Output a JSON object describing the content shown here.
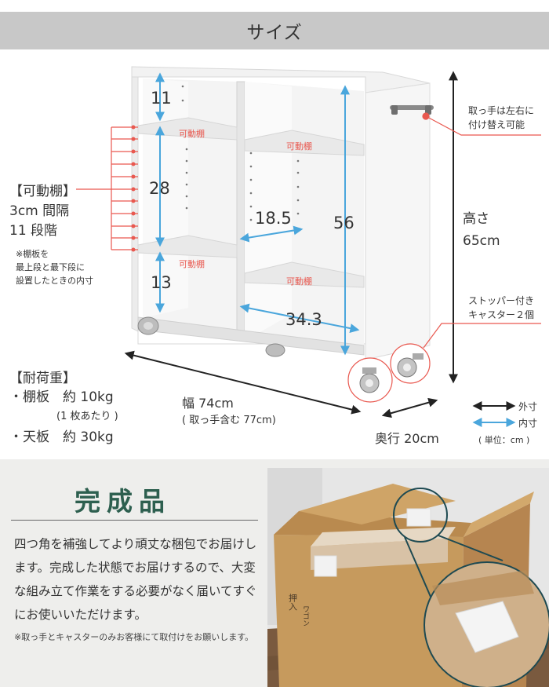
{
  "header": {
    "title": "サイズ"
  },
  "dimensions": {
    "dim_11": "11",
    "dim_28": "28",
    "dim_13": "13",
    "dim_18_5": "18.5",
    "dim_56": "56",
    "dim_34_3": "34.3",
    "movable_shelf_tag": "可動棚"
  },
  "callouts": {
    "handle_note_line1": "取っ手は左右に",
    "handle_note_line2": "付け替え可能",
    "height_label": "高さ",
    "height_value": "65cm",
    "caster_note_line1": "ストッパー付き",
    "caster_note_line2": "キャスター２個"
  },
  "shelf_info": {
    "heading": "【可動棚】",
    "spacing": "3cm 間隔",
    "steps": "11 段階",
    "note_line1": "※棚板を",
    "note_line2": "最上段と最下段に",
    "note_line3": "設置したときの内寸"
  },
  "load": {
    "heading": "【耐荷重】",
    "shelf": "・棚板　約 10kg",
    "shelf_sub": "(1 枚あたり )",
    "top": "・天板　約 30kg"
  },
  "width": {
    "label": "幅 74cm",
    "sub": "( 取っ手含む 77cm)"
  },
  "depth": {
    "label": "奥行 20cm"
  },
  "legend": {
    "outer": "外寸",
    "inner": "内寸",
    "unit": "( 単位：cm )"
  },
  "bottom": {
    "title": "完成品",
    "paragraph": "四つ角を補強してより頑丈な梱包でお届けします。完成した状態でお届けするので、大変な組み立て作業をする必要がなく届いてすぐにお使いいただけます。",
    "note": "※取っ手とキャスターのみお客様にて取付けをお願いします。",
    "box_print1": "押入",
    "box_print2": "ワゴン"
  },
  "colors": {
    "accent_red": "#e9584f",
    "inner_blue": "#4aa6dc",
    "dark_green": "#2d5f4f",
    "title_bar": "#c8c8c8"
  }
}
